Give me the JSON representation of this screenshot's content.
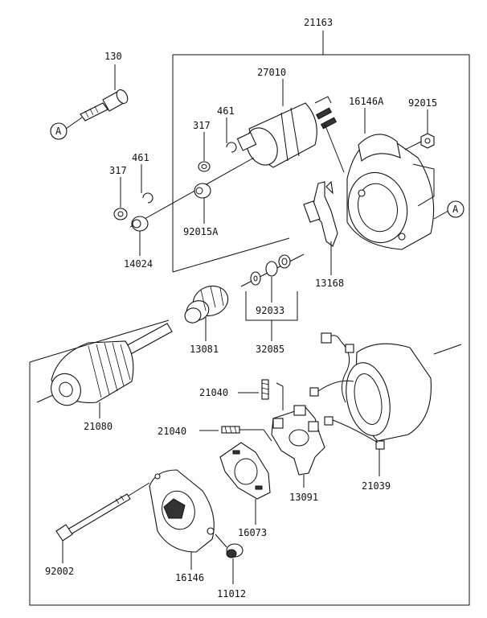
{
  "diagram": {
    "assembly_number": "21163",
    "reference_mark": "A",
    "parts": {
      "p130": "130",
      "p27010": "27010",
      "p461a": "461",
      "p317a": "317",
      "p16146A": "16146A",
      "p92015": "92015",
      "p461b": "461",
      "p317b": "317",
      "p92015A": "92015A",
      "p14024": "14024",
      "p13168": "13168",
      "p92033": "92033",
      "p13081": "13081",
      "p32085": "32085",
      "p21080": "21080",
      "p21040a": "21040",
      "p21040b": "21040",
      "p21039": "21039",
      "p13091": "13091",
      "p16073": "16073",
      "p92002": "92002",
      "p16146": "16146",
      "p11012": "11012"
    }
  }
}
